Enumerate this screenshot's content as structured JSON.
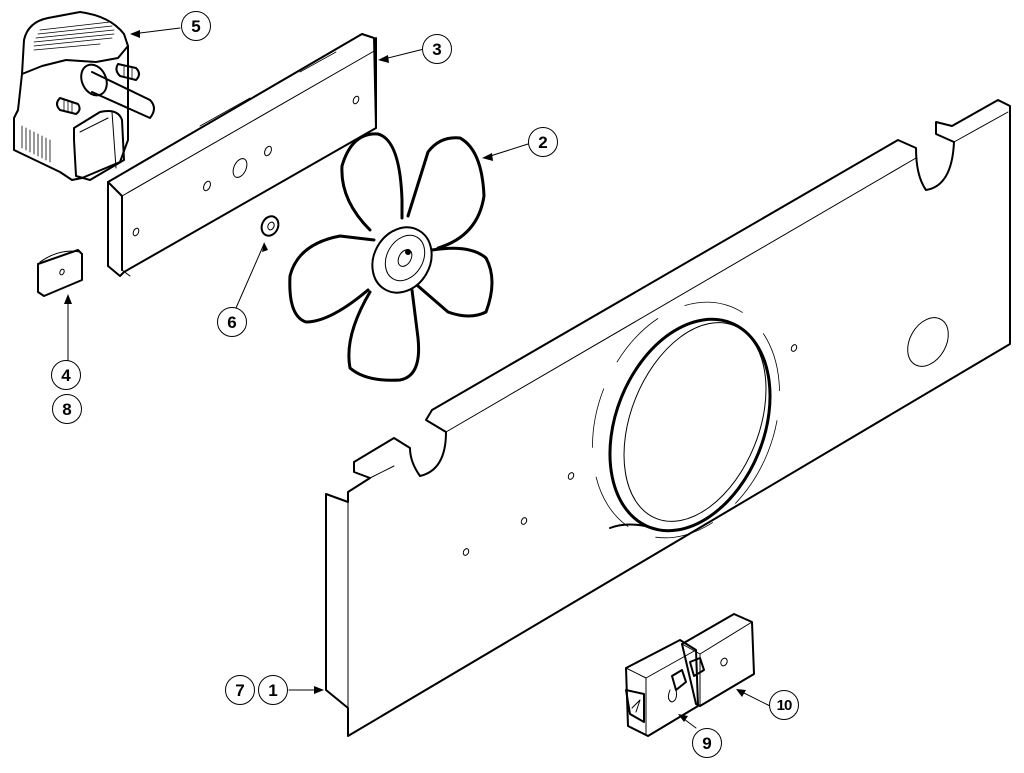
{
  "diagram": {
    "type": "exploded-parts-view",
    "background": "#ffffff",
    "line_color": "#000000",
    "callouts": [
      {
        "id": "c1",
        "label": "1",
        "part": "back-panel"
      },
      {
        "id": "c2",
        "label": "2",
        "part": "fan-blade"
      },
      {
        "id": "c3",
        "label": "3",
        "part": "motor-bracket"
      },
      {
        "id": "c4",
        "label": "4",
        "part": "clip"
      },
      {
        "id": "c5",
        "label": "5",
        "part": "fan-motor"
      },
      {
        "id": "c6",
        "label": "6",
        "part": "nut"
      },
      {
        "id": "c7",
        "label": "7",
        "part": "back-panel"
      },
      {
        "id": "c8",
        "label": "8",
        "part": "clip"
      },
      {
        "id": "c9",
        "label": "9",
        "part": "switch-left"
      },
      {
        "id": "c10",
        "label": "10",
        "part": "switch-right"
      }
    ]
  }
}
